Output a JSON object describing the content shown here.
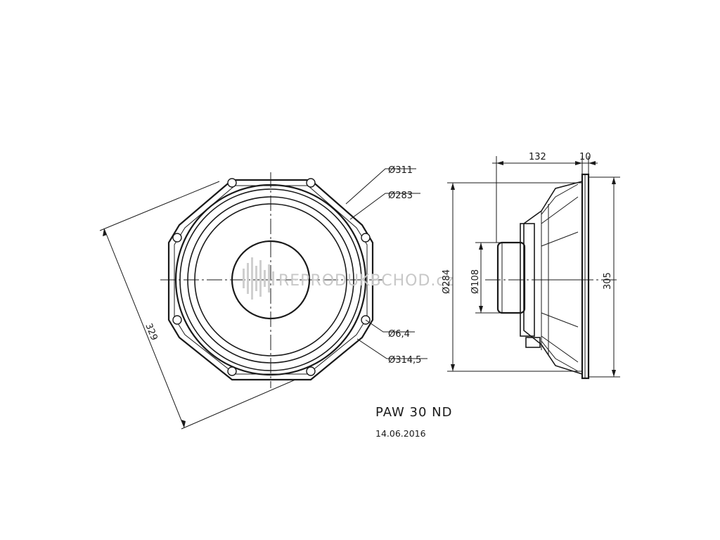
{
  "front_view": {
    "dim_outer_diameter": "Ø311",
    "dim_cone_diameter": "Ø283",
    "dim_hole_diameter": "Ø6,4",
    "dim_bolt_circle": "Ø314,5",
    "dim_diagonal": "329"
  },
  "side_view": {
    "dim_depth": "132",
    "dim_flange_thickness": "10",
    "dim_cutout_diameter": "Ø284",
    "dim_magnet_diameter": "Ø108",
    "dim_overall_height": "305"
  },
  "title_block": {
    "model": "PAW 30 ND",
    "date": "14.06.2016"
  },
  "watermark": {
    "text": "REPRODUKBCHOD.cz"
  }
}
